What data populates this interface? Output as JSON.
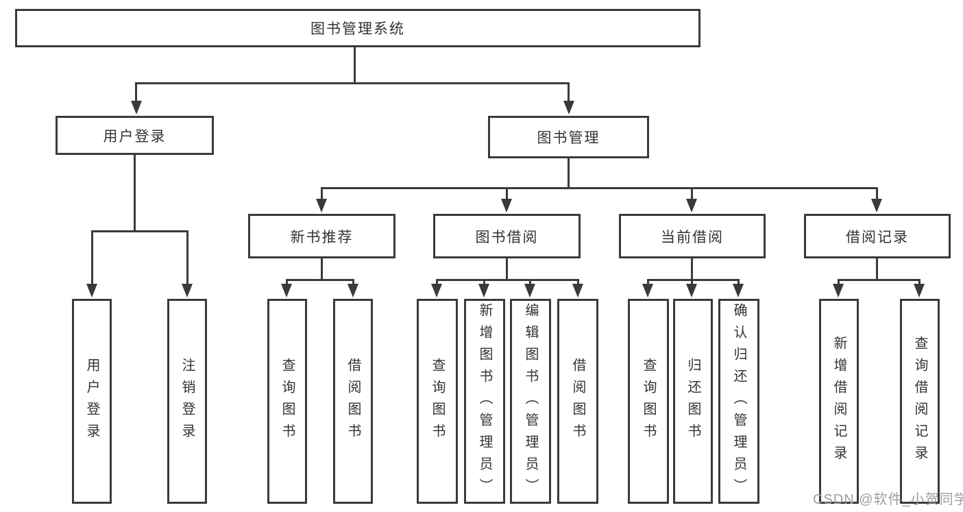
{
  "tree": {
    "root": {
      "label": "图书管理系统",
      "children": [
        {
          "label": "用户登录",
          "children": [
            {
              "label": "用户登录"
            },
            {
              "label": "注销登录"
            }
          ]
        },
        {
          "label": "图书管理",
          "children": [
            {
              "label": "新书推荐",
              "children": [
                {
                  "label": "查询图书"
                },
                {
                  "label": "借阅图书"
                }
              ]
            },
            {
              "label": "图书借阅",
              "children": [
                {
                  "label": "查询图书"
                },
                {
                  "label": "新增图书（管理员）"
                },
                {
                  "label": "编辑图书（管理员）"
                },
                {
                  "label": "借阅图书"
                }
              ]
            },
            {
              "label": "当前借阅",
              "children": [
                {
                  "label": "查询图书"
                },
                {
                  "label": "归还图书"
                },
                {
                  "label": "确认归还（管理员）"
                }
              ]
            },
            {
              "label": "借阅记录",
              "children": [
                {
                  "label": "新增借阅记录"
                },
                {
                  "label": "查询借阅记录"
                }
              ]
            }
          ]
        }
      ]
    }
  },
  "watermark": "CSDN @软件_小贺同学",
  "colors": {
    "line": "#3a3a3a",
    "text": "#333333",
    "background": "#ffffff",
    "watermark": "#9e9e9e"
  }
}
